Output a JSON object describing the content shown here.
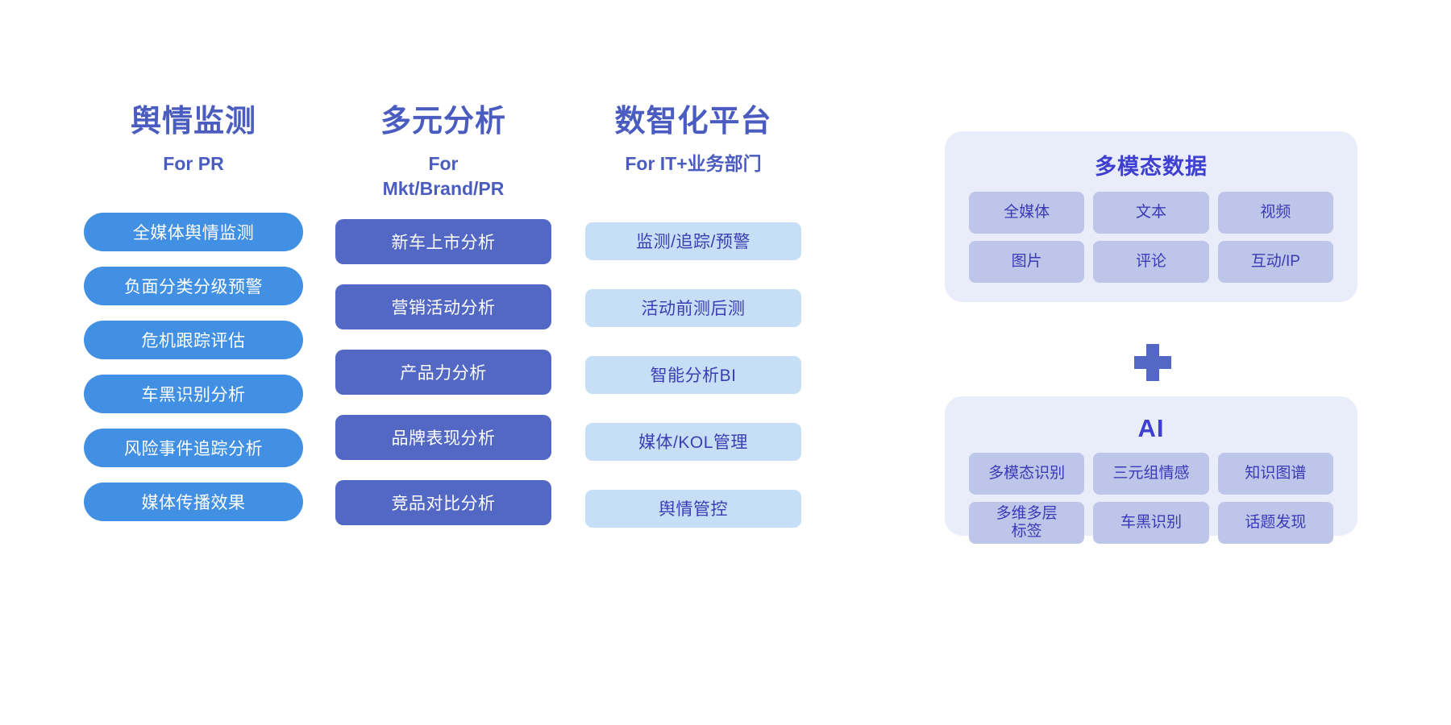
{
  "colors": {
    "heading": "#4a5cc0",
    "col1_pill": "#4190e3",
    "col2_pill": "#5268c4",
    "col3_pill": "#c6dff6",
    "panel_bg": "#e9edfa",
    "chip_bg": "#bdc5e8",
    "chip_text": "#3a3ab8",
    "panel_title": "#3f3fd0",
    "plus": "#5268c4",
    "page_bg": "#ffffff"
  },
  "columns": [
    {
      "title": "舆情监测",
      "subtitle": "For PR",
      "items": [
        "全媒体舆情监测",
        "负面分类分级预警",
        "危机跟踪评估",
        "车黑识别分析",
        "风险事件追踪分析",
        "媒体传播效果"
      ]
    },
    {
      "title": "多元分析",
      "subtitle": "For\nMkt/Brand/PR",
      "items": [
        "新车上市分析",
        "营销活动分析",
        "产品力分析",
        "品牌表现分析",
        "竞品对比分析"
      ]
    },
    {
      "title": "数智化平台",
      "subtitle": "For IT+业务部门",
      "items": [
        "监测/追踪/预警",
        "活动前测后测",
        "智能分析BI",
        "媒体/KOL管理",
        "舆情管控"
      ]
    }
  ],
  "panels": {
    "data": {
      "title": "多模态数据",
      "chips": [
        "全媒体",
        "文本",
        "视频",
        "图片",
        "评论",
        "互动/IP"
      ]
    },
    "ai": {
      "title": "AI",
      "chips": [
        "多模态识别",
        "三元组情感",
        "知识图谱",
        "多维多层\n标签",
        "车黑识别",
        "话题发现"
      ]
    },
    "connector": "plus-sign"
  }
}
